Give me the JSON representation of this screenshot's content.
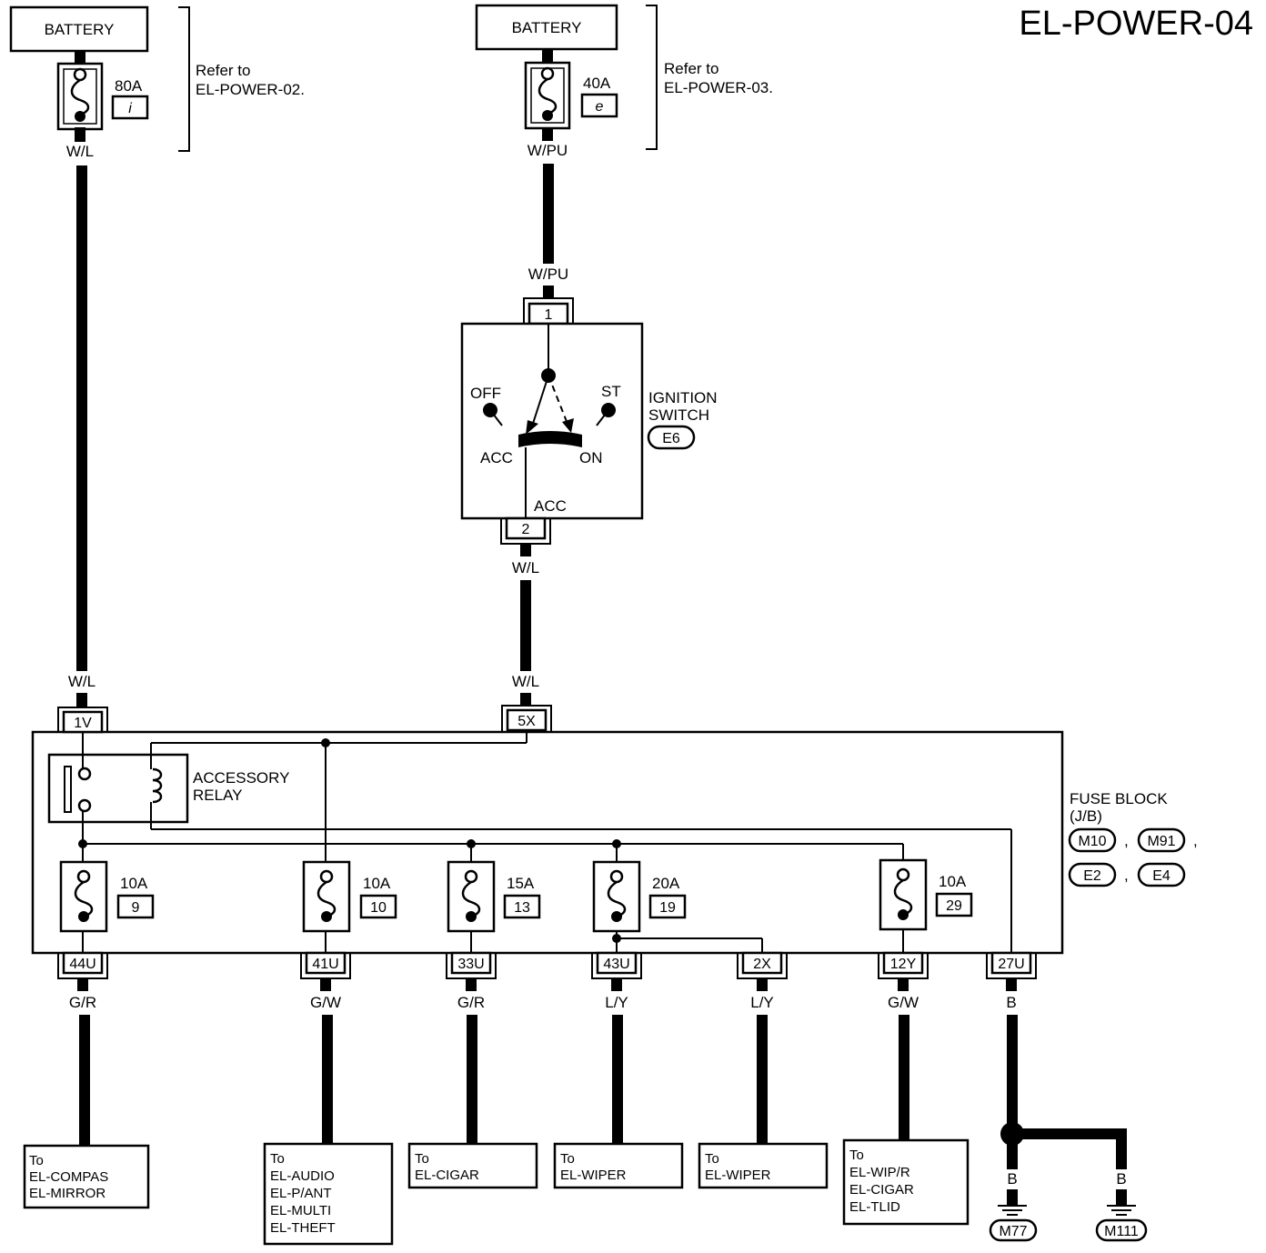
{
  "page_title": "EL-POWER-04",
  "batteries": [
    {
      "label": "BATTERY",
      "fuse_rating": "80A",
      "fuse_code": "i",
      "note_line1": "Refer to",
      "note_line2": "EL-POWER-02.",
      "wire_color": "W/L"
    },
    {
      "label": "BATTERY",
      "fuse_rating": "40A",
      "fuse_code": "e",
      "note_line1": "Refer to",
      "note_line2": "EL-POWER-03.",
      "wire_color": "W/PU"
    }
  ],
  "ignition_switch": {
    "title_line1": "IGNITION",
    "title_line2": "SWITCH",
    "connector": "E6",
    "pin_in": "1",
    "pin_out": "2",
    "wire_in": "W/PU",
    "positions": {
      "off": "OFF",
      "st": "ST",
      "acc": "ACC",
      "on": "ON"
    },
    "output_label": "ACC",
    "wire_out_top": "W/L",
    "wire_out_bottom": "W/L"
  },
  "left_wire_bottom": "W/L",
  "fuse_block": {
    "title_line1": "FUSE BLOCK",
    "title_line2": "(J/B)",
    "connectors": [
      "M10",
      "M91",
      "E2",
      "E4"
    ],
    "separators": [
      ",",
      ",",
      ","
    ],
    "input_pins": [
      "1V",
      "5X"
    ],
    "relay_line1": "ACCESSORY",
    "relay_line2": "RELAY",
    "fuses": [
      {
        "rating": "10A",
        "number": "9"
      },
      {
        "rating": "10A",
        "number": "10"
      },
      {
        "rating": "15A",
        "number": "13"
      },
      {
        "rating": "20A",
        "number": "19"
      },
      {
        "rating": "10A",
        "number": "29"
      }
    ]
  },
  "outputs": [
    {
      "pin": "44U",
      "wire": "G/R",
      "to": [
        "To",
        "EL-COMPAS",
        "EL-MIRROR"
      ]
    },
    {
      "pin": "41U",
      "wire": "G/W",
      "to": [
        "To",
        "EL-AUDIO",
        "EL-P/ANT",
        "EL-MULTI",
        "EL-THEFT"
      ]
    },
    {
      "pin": "33U",
      "wire": "G/R",
      "to": [
        "To",
        "EL-CIGAR"
      ]
    },
    {
      "pin": "43U",
      "wire": "L/Y",
      "to": [
        "To",
        "EL-WIPER"
      ]
    },
    {
      "pin": "2X",
      "wire": "L/Y",
      "to": [
        "To",
        "EL-WIPER"
      ]
    },
    {
      "pin": "12Y",
      "wire": "G/W",
      "to": [
        "To",
        "EL-WIP/R",
        "EL-CIGAR",
        "EL-TLID"
      ]
    }
  ],
  "ground": {
    "pin": "27U",
    "wire": "B",
    "branches": [
      {
        "wire": "B",
        "label": "M77"
      },
      {
        "wire": "B",
        "label": "M111"
      }
    ]
  }
}
